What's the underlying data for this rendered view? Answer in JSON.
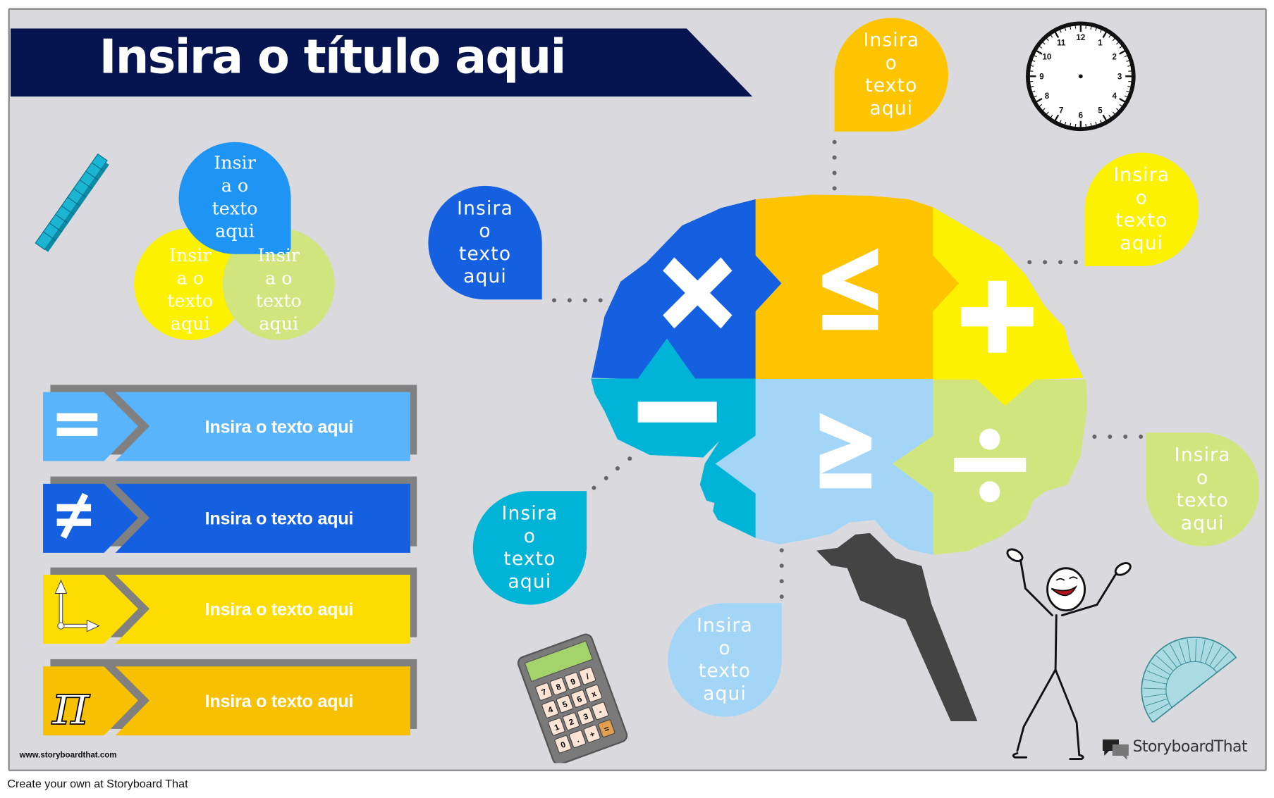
{
  "title": "Insira o título aqui",
  "colors": {
    "navy": "#06144f",
    "background": "#d9d9de",
    "blue": "#1560e0",
    "orange": "#ffc400",
    "yellow": "#fcf200",
    "teal": "#00b4d8",
    "light_blue": "#a3d5f7",
    "lime": "#d1e57f",
    "sky": "#5ab4fb",
    "gold": "#f7c000",
    "stem": "#444444"
  },
  "bubbles": [
    {
      "lines": [
        "Insira",
        "o",
        "texto",
        "aqui"
      ]
    },
    {
      "lines": [
        "Insira",
        "o",
        "texto",
        "aqui"
      ]
    },
    {
      "lines": [
        "Insira",
        "o",
        "texto",
        "aqui"
      ]
    },
    {
      "lines": [
        "Insira",
        "o",
        "texto",
        "aqui"
      ]
    },
    {
      "lines": [
        "Insira",
        "o",
        "texto",
        "aqui"
      ]
    },
    {
      "lines": [
        "Insira",
        "o",
        "texto",
        "aqui"
      ]
    }
  ],
  "venn": [
    {
      "lines": [
        "Insir",
        "a o",
        "texto",
        "aqui"
      ]
    },
    {
      "lines": [
        "Insir",
        "a o",
        "texto",
        "aqui"
      ]
    },
    {
      "lines": [
        "Insir",
        "a o",
        "texto",
        "aqui"
      ]
    }
  ],
  "rows": [
    {
      "label": "Insira o texto aqui",
      "icon": "equals-icon",
      "symbol": "="
    },
    {
      "label": "Insira o texto aqui",
      "icon": "not-equal-icon",
      "symbol": "≠"
    },
    {
      "label": "Insira o texto aqui",
      "icon": "axes-icon",
      "symbol": ""
    },
    {
      "label": "Insira o texto aqui",
      "icon": "pi-icon",
      "symbol": "π"
    }
  ],
  "brain_symbols": [
    "×",
    "≤",
    "+",
    "−",
    "≥",
    "÷"
  ],
  "clock_numbers": [
    "12",
    "1",
    "2",
    "3",
    "4",
    "5",
    "6",
    "7",
    "8",
    "9",
    "10",
    "11"
  ],
  "calculator_keys": [
    "7",
    "8",
    "9",
    "/",
    "4",
    "5",
    "6",
    "x",
    "1",
    "2",
    "3",
    "-",
    "0",
    ".",
    "+",
    "="
  ],
  "site_url": "www.storyboardthat.com",
  "logo": "StoryboardThat",
  "footer": "Create your own at Storyboard That"
}
